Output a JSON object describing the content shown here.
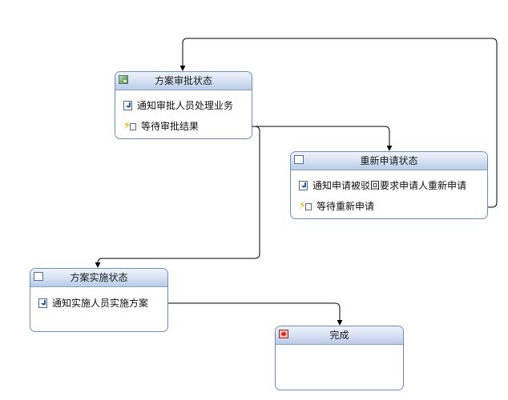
{
  "states": [
    {
      "id": "plan-approval",
      "title": "方案审批状态",
      "header_icon": "image-icon",
      "activities": [
        {
          "kind": "activity",
          "label": "通知审批人员处理业务"
        },
        {
          "kind": "event",
          "label": "等待审批结果"
        }
      ]
    },
    {
      "id": "reapply",
      "title": "重新申请状态",
      "header_icon": "blank-state-icon",
      "activities": [
        {
          "kind": "activity",
          "label": "通知申请被驳回要求申请人重新申请"
        },
        {
          "kind": "event",
          "label": "等待重新申请"
        }
      ]
    },
    {
      "id": "implementation",
      "title": "方案实施状态",
      "header_icon": "blank-state-icon",
      "activities": [
        {
          "kind": "activity",
          "label": "通知实施人员实施方案"
        }
      ]
    },
    {
      "id": "complete",
      "title": "完成",
      "header_icon": "stop-icon",
      "activities": []
    }
  ],
  "colors": {
    "border": "#6d8fc0",
    "header_top": "#eef3fb",
    "header_bottom": "#b9cbe6",
    "connector": "#000000"
  }
}
